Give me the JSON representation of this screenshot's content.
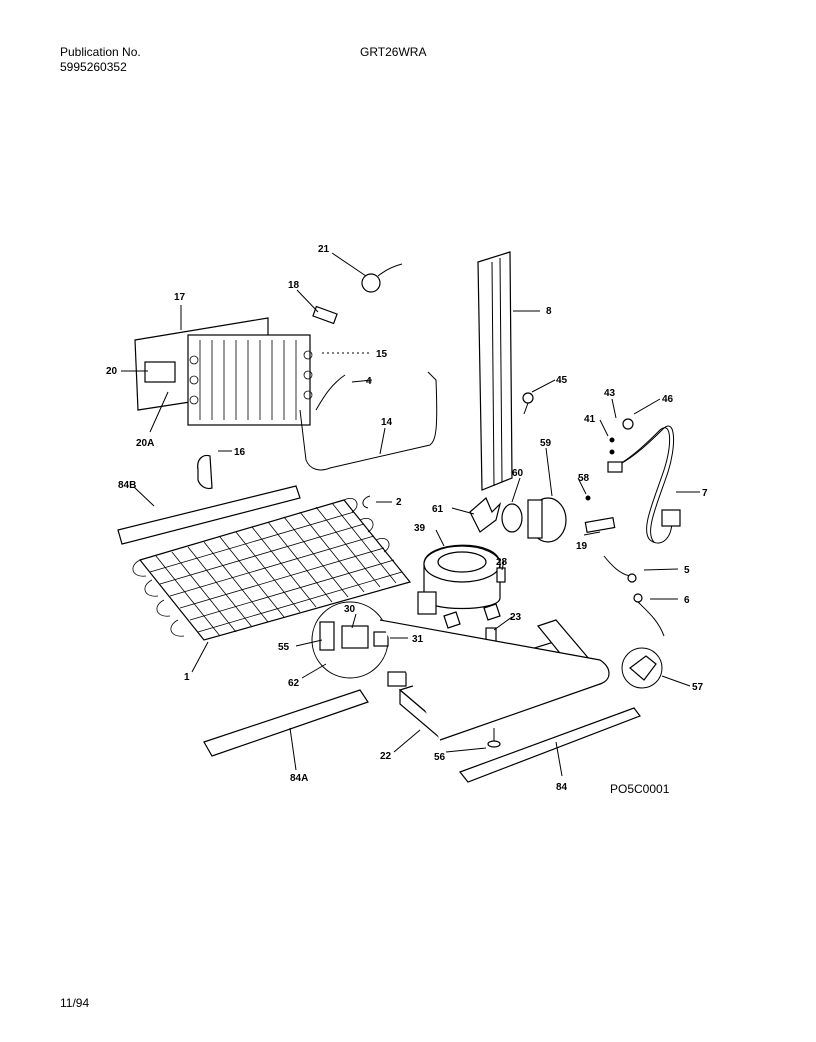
{
  "header": {
    "publication_label": "Publication No.",
    "publication_number": "5995260352",
    "model": "GRT26WRA"
  },
  "reference_code": "PO5C0001",
  "date": "11/94",
  "callouts": [
    "21",
    "17",
    "18",
    "15",
    "20",
    "4",
    "20A",
    "14",
    "16",
    "8",
    "45",
    "46",
    "43",
    "41",
    "7",
    "84B",
    "2",
    "59",
    "60",
    "61",
    "58",
    "19",
    "39",
    "28",
    "5",
    "6",
    "30",
    "23",
    "31",
    "55",
    "1",
    "62",
    "57",
    "22",
    "56",
    "84A",
    "84"
  ]
}
